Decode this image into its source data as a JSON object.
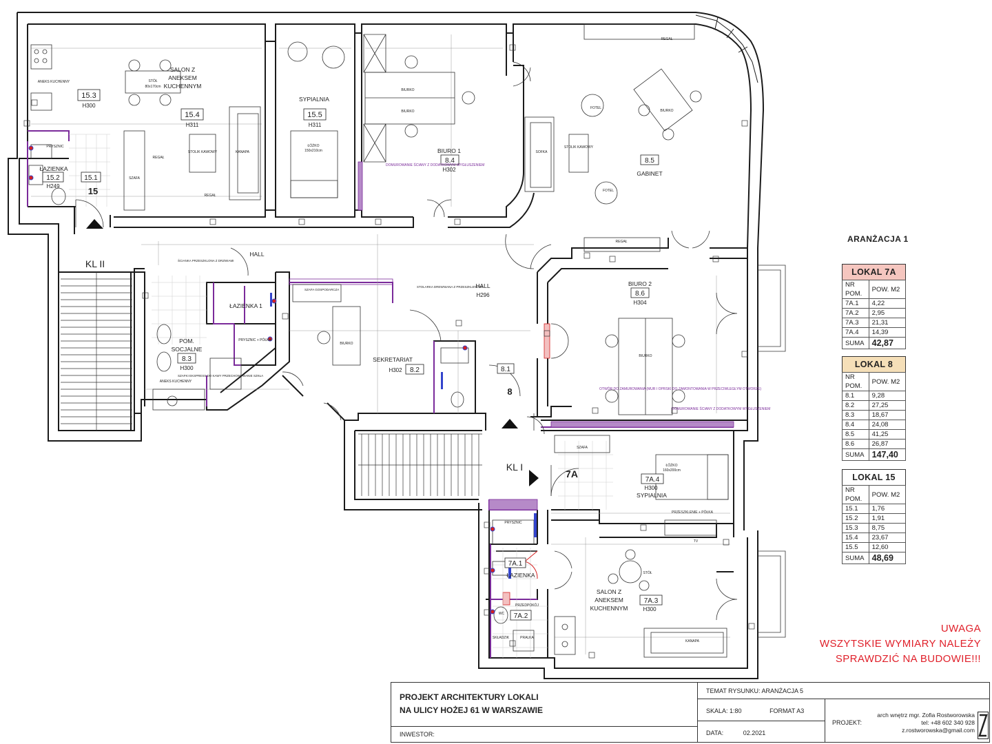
{
  "rooms": [
    {
      "id": "15.3",
      "height": "H300",
      "name": ""
    },
    {
      "id": "15.4",
      "height": "H311",
      "name": "SALON Z ANEKSEM KUCHENNYM"
    },
    {
      "id": "15.5",
      "height": "H311",
      "name": "SYPIALNIA"
    },
    {
      "id": "15.2",
      "height": "H249",
      "name": "ŁAZIENKA"
    },
    {
      "id": "15.1",
      "height": "",
      "name": ""
    },
    {
      "id": "8.4",
      "height": "H302",
      "name": "BIURO 1"
    },
    {
      "id": "8.5",
      "height": "",
      "name": "GABINET"
    },
    {
      "id": "8.6",
      "height": "H304",
      "name": "BIURO 2"
    },
    {
      "id": "8.3",
      "height": "H300",
      "name": "POM. SOCJALNE"
    },
    {
      "id": "8.2",
      "height": "H302",
      "name": "SEKRETARIAT"
    },
    {
      "id": "8.1",
      "height": "",
      "name": ""
    },
    {
      "id": "7A.4",
      "height": "H300",
      "name": "SYPIALNIA"
    },
    {
      "id": "7A.1",
      "height": "",
      "name": "ŁAZIENKA"
    },
    {
      "id": "7A.2",
      "height": "",
      "name": ""
    },
    {
      "id": "7A.3",
      "height": "H300",
      "name": "SALON Z ANEKSEM KUCHENNYM"
    }
  ],
  "labels": {
    "kl2": "KL II",
    "kl1": "KL I",
    "hall": "HALL",
    "hall2": "HALL",
    "hall2_h": "H296",
    "lazienka1": "ŁAZIENKA 1",
    "unit15": "15",
    "unit8": "8",
    "unit7a": "7A",
    "stol": "STÓŁ",
    "stol_dim": "80x170cm",
    "kanapa": "KANAPA",
    "stolik": "STOLIK KAWOWY",
    "lozko": "ŁÓŻKO",
    "lozko_dim": "150x210cm",
    "lozko2_dim": "160x200cm",
    "biurko": "BIURKO",
    "fotel": "FOTEL",
    "sofka": "SOFKA",
    "regal": "REGAŁ",
    "szafa": "SZAFA",
    "prysznic": "PRYSZNIC",
    "aneks": "ANEKS KUCHENNY",
    "aneks2": "ANEKS KUCHENNY",
    "wc": "WC",
    "pralka": "PRALKA",
    "skladzik": "SKŁADZIK",
    "przedpokoj": "PRZEDPOKÓJ",
    "szafki": "SZAFKI EKSPRESS DO KAWY PRZECHOWYWANIE SZKŁA",
    "scianka": "ŚCIANKA PRZESZKLONA Z DRZWIAMI",
    "stolarka": "STOLARKA DREWNIANA Z PRZESZKLENIAMI",
    "szafa_gosp": "SZAFA GOSPODARCZA",
    "domur1": "DOMUROWANIE ŚCIANY Z DODATKOWYM WYGŁUSZENIEM",
    "domur2": "DOMUROWANIE ŚCIANY Z DODATKOWYM WYGŁUSZENIEM",
    "otwor": "OTWÓR DO ZAMUROWANIA (MUR I OPRSKI DO ZAMONTOWANIA W PRZECIWLEGŁYM OTWORZE)",
    "przeszklenie": "PRZESZKLENIE + PÓŁKA",
    "prysznic_polka": "PRYSZNIC + PÓŁKA",
    "tv": "TV"
  },
  "aranzacja_title": "ARANŻACJA 1",
  "tables": [
    {
      "title": "LOKAL 7A",
      "color": "#f5c6bf",
      "col1": "NR POM.",
      "col2": "POW. M2",
      "rows": [
        [
          "7A.1",
          "4,22"
        ],
        [
          "7A.2",
          "2,95"
        ],
        [
          "7A.3",
          "21,31"
        ],
        [
          "7A.4",
          "14,39"
        ]
      ],
      "sum_label": "SUMA",
      "sum": "42,87"
    },
    {
      "title": "LOKAL 8",
      "color": "#f5dfb8",
      "col1": "NR POM.",
      "col2": "POW. M2",
      "rows": [
        [
          "8.1",
          "9,28"
        ],
        [
          "8.2",
          "27,25"
        ],
        [
          "8.3",
          "18,67"
        ],
        [
          "8.4",
          "24,08"
        ],
        [
          "8.5",
          "41,25"
        ],
        [
          "8.6",
          "26,87"
        ]
      ],
      "sum_label": "SUMA",
      "sum": "147,40"
    },
    {
      "title": "LOKAL 15",
      "color": "#ffffff",
      "col1": "NR POM.",
      "col2": "POW. M2",
      "rows": [
        [
          "15.1",
          "1,76"
        ],
        [
          "15.2",
          "1,91"
        ],
        [
          "15.3",
          "8,75"
        ],
        [
          "15.4",
          "23,67"
        ],
        [
          "15.5",
          "12,60"
        ]
      ],
      "sum_label": "SUMA",
      "sum": "48,69"
    }
  ],
  "warning": {
    "title": "UWAGA",
    "line1": "WSZYTSKIE WYMIARY NALEŻY",
    "line2": "SPRAWDZIĆ NA BUDOWIE!!!",
    "color": "#e0202a"
  },
  "title_block": {
    "project_line1": "PROJEKT ARCHITEKTURY LOKALI",
    "project_line2": "NA ULICY HOŻEJ 61 W WARSZAWIE",
    "investor_label": "INWESTOR:",
    "topic": "TEMAT RYSUNKU: ARANŻACJA 5",
    "scale": "SKALA: 1:80",
    "format": "FORMAT A3",
    "date_label": "DATA:",
    "date": "02.2021",
    "projekt_label": "PROJEKT:",
    "designer": "arch wnętrz mgr. Zofia Rostworowska",
    "phone": "tel: +48 602 340 928",
    "email": "z.rostworowska@gmail.com"
  },
  "colors": {
    "wall": "#1a1a1a",
    "accent": "#7a2a9a",
    "red": "#d42020"
  }
}
